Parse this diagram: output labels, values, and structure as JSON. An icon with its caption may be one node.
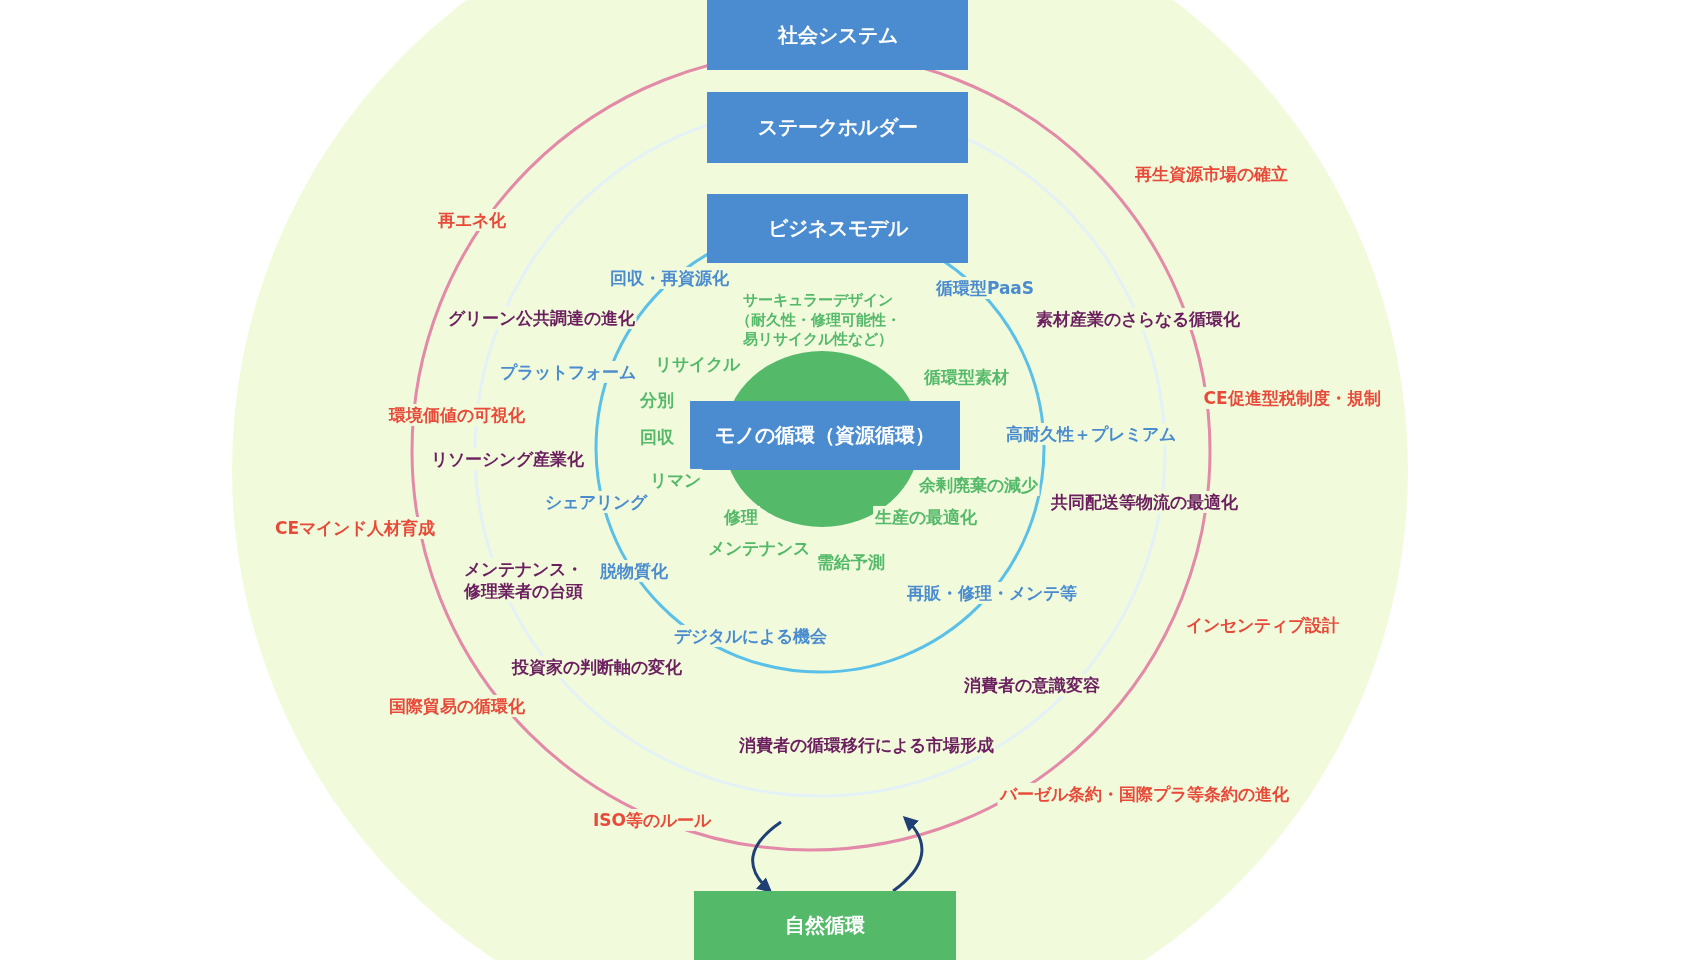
{
  "diagram": {
    "nodes": [
      {
        "text": [
          "社会システム"
        ]
      },
      {
        "text": [
          "ステークホルダー"
        ]
      },
      {
        "text": [
          "ビジネスモデル"
        ]
      },
      {
        "text": [
          "モノの循環（資源循環）"
        ]
      },
      {
        "text": [
          "自然循環"
        ]
      }
    ],
    "edges": [
      {
        "from": null,
        "to": 4,
        "arrow": "to"
      },
      {
        "from": 4,
        "to": null,
        "arrow": "to"
      }
    ],
    "labels": [
      "再生資源市場の確立",
      "再エネ化",
      "回収・再資源化",
      "循環型PaaS",
      "サーキュラーデザイン（耐久性・修理可能性・易リサイクル性など）",
      "グリーン公共調達の進化",
      "素材産業のさらなる循環化",
      "プラットフォーム",
      "リサイクル",
      "循環型素材",
      "環境価値の可視化",
      "分別",
      "CE促進型税制度・規制",
      "回収",
      "高耐久性＋プレミアム",
      "リソーシング産業化",
      "リマン",
      "余剰廃棄の減少",
      "シェアリング",
      "共同配送等物流の最適化",
      "修理",
      "生産の最適化",
      "CEマインド人材育成",
      "メンテナンス",
      "需給予測",
      "メンテナンス・修理業者の台頭",
      "脱物質化",
      "再販・修理・メンテ等",
      "インセンティブ設計",
      "デジタルによる機会",
      "投資家の判断軸の変化",
      "消費者の意識変容",
      "国際貿易の循環化",
      "消費者の循環移行による市場形成",
      "バーゼル条約・国際プラ等条約の進化",
      "ISO等のルール"
    ]
  }
}
